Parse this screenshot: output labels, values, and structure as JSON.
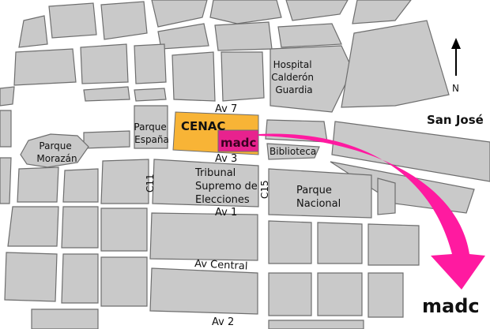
{
  "labels": {
    "hospital": [
      "Hospital",
      "Calderón",
      "Guardia"
    ],
    "parque_espana": [
      "Parque",
      "España"
    ],
    "cenac": "CENAC",
    "madc_small": "madc",
    "biblioteca": "Biblioteca",
    "parque_morazan": [
      "Parque",
      "Morazán"
    ],
    "tse": [
      "Tribunal",
      "Supremo de",
      "Elecciones"
    ],
    "parque_nacional": [
      "Parque",
      "Nacional"
    ],
    "city": "San José",
    "north": "N",
    "madc_big": "madc"
  },
  "streets": {
    "av7": "Av 7",
    "av3": "Av 3",
    "av1": "Av 1",
    "av_central": "Av  Central",
    "av2": "Av 2",
    "c11": "C11",
    "c15": "C15"
  },
  "colors": {
    "cenac": "#f8b436",
    "madc": "#e8228e",
    "arrow": "#ff1aa0",
    "block": "#c9c9c9"
  }
}
